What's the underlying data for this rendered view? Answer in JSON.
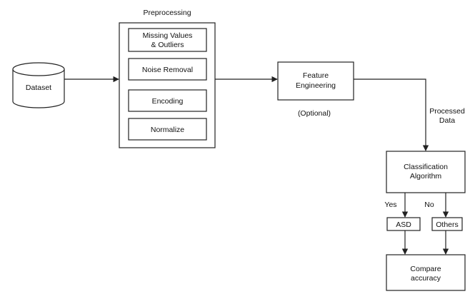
{
  "dataset": {
    "label": "Dataset"
  },
  "preprocessing": {
    "title": "Preprocessing",
    "steps": [
      [
        "Missing Values",
        "& Outliers"
      ],
      [
        "Noise Removal"
      ],
      [
        "Encoding"
      ],
      [
        "Normalize"
      ]
    ]
  },
  "feature_engineering": {
    "label": [
      "Feature",
      "Engineering"
    ],
    "note": "(Optional)"
  },
  "processed_data": {
    "label": [
      "Processed",
      "Data"
    ]
  },
  "classification": {
    "label": [
      "Classification",
      "Algorithm"
    ]
  },
  "branches": {
    "yes": "Yes",
    "no": "No"
  },
  "outcomes": {
    "asd": "ASD",
    "others": "Others"
  },
  "compare": {
    "label": [
      "Compare",
      "accuracy"
    ]
  }
}
